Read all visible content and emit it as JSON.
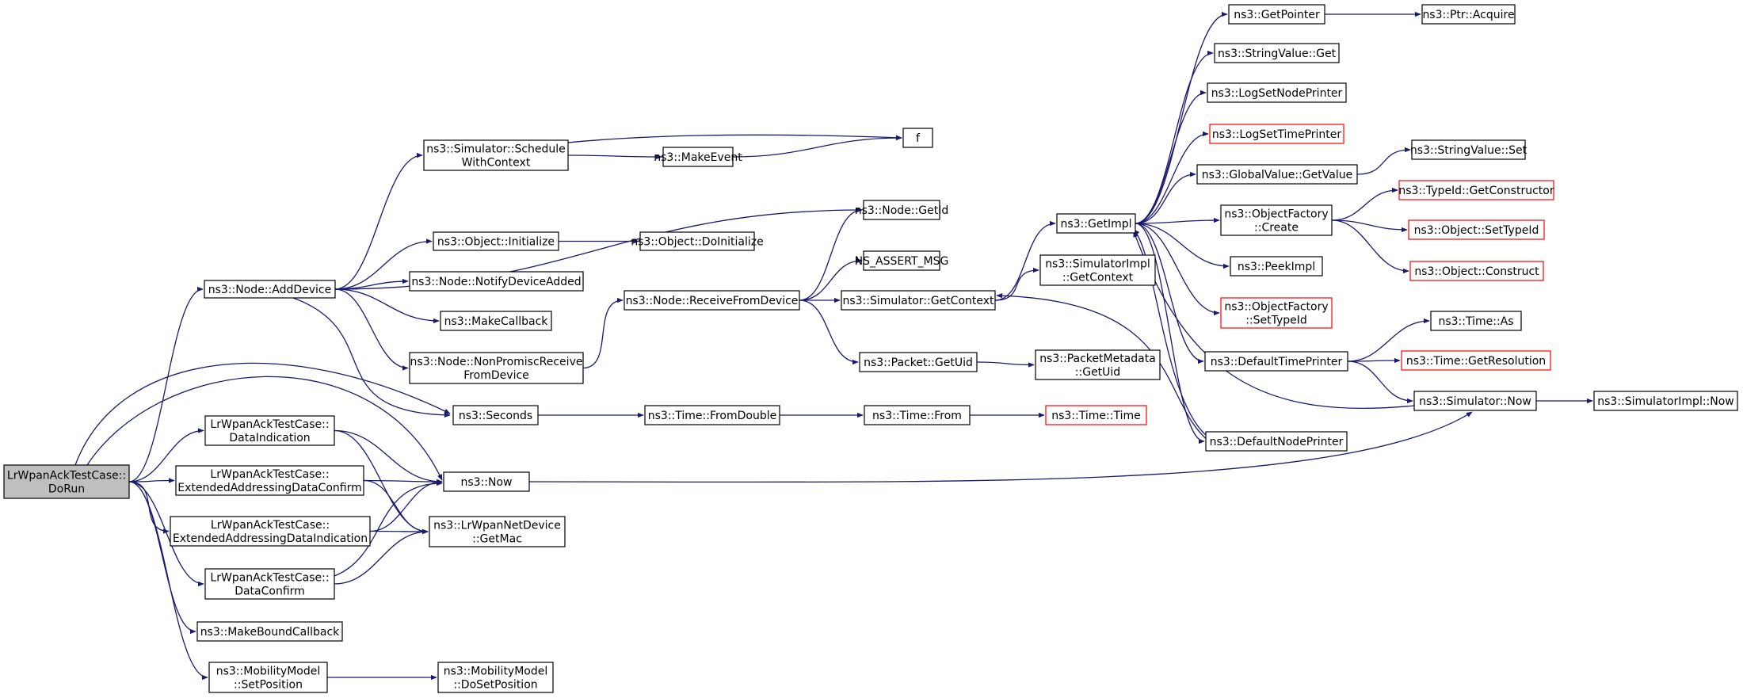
{
  "graph": {
    "edge_color": "#191970",
    "border_black": "#000000",
    "border_red": "#ff0000",
    "root_fill": "#bfbfbf",
    "node_fill": "#ffffff",
    "nodes": [
      {
        "id": "dorun",
        "lines": [
          "LrWpanAckTestCase::",
          "DoRun"
        ],
        "border": "black",
        "root": true
      },
      {
        "id": "addDevice",
        "lines": [
          "ns3::Node::AddDevice"
        ],
        "border": "black"
      },
      {
        "id": "dataIndication",
        "lines": [
          "LrWpanAckTestCase::",
          "DataIndication"
        ],
        "border": "black"
      },
      {
        "id": "extAddrConfirm",
        "lines": [
          "LrWpanAckTestCase::",
          "ExtendedAddressingDataConfirm"
        ],
        "border": "black"
      },
      {
        "id": "extAddrIndication",
        "lines": [
          "LrWpanAckTestCase::",
          "ExtendedAddressingDataIndication"
        ],
        "border": "black"
      },
      {
        "id": "dataConfirm",
        "lines": [
          "LrWpanAckTestCase::",
          "DataConfirm"
        ],
        "border": "black"
      },
      {
        "id": "makeBoundCallback",
        "lines": [
          "ns3::MakeBoundCallback"
        ],
        "border": "black"
      },
      {
        "id": "mobSetPosition",
        "lines": [
          "ns3::MobilityModel",
          "::SetPosition"
        ],
        "border": "black"
      },
      {
        "id": "schedWithContext",
        "lines": [
          "ns3::Simulator::Schedule",
          "WithContext"
        ],
        "border": "black"
      },
      {
        "id": "objInitialize",
        "lines": [
          "ns3::Object::Initialize"
        ],
        "border": "black"
      },
      {
        "id": "notifyDeviceAdded",
        "lines": [
          "ns3::Node::NotifyDeviceAdded"
        ],
        "border": "black"
      },
      {
        "id": "makeCallback",
        "lines": [
          "ns3::MakeCallback"
        ],
        "border": "black"
      },
      {
        "id": "nonPromisc",
        "lines": [
          "ns3::Node::NonPromiscReceive",
          "FromDevice"
        ],
        "border": "black"
      },
      {
        "id": "seconds",
        "lines": [
          "ns3::Seconds"
        ],
        "border": "black"
      },
      {
        "id": "now",
        "lines": [
          "ns3::Now"
        ],
        "border": "black"
      },
      {
        "id": "getMac",
        "lines": [
          "ns3::LrWpanNetDevice",
          "::GetMac"
        ],
        "border": "black"
      },
      {
        "id": "mobDoSetPosition",
        "lines": [
          "ns3::MobilityModel",
          "::DoSetPosition"
        ],
        "border": "black"
      },
      {
        "id": "makeEvent",
        "lines": [
          "ns3::MakeEvent"
        ],
        "border": "black"
      },
      {
        "id": "f",
        "lines": [
          "f"
        ],
        "border": "black"
      },
      {
        "id": "objDoInitialize",
        "lines": [
          "ns3::Object::DoInitialize"
        ],
        "border": "black"
      },
      {
        "id": "receiveFromDevice",
        "lines": [
          "ns3::Node::ReceiveFromDevice"
        ],
        "border": "black"
      },
      {
        "id": "timeFromDouble",
        "lines": [
          "ns3::Time::FromDouble"
        ],
        "border": "black"
      },
      {
        "id": "nodeGetId",
        "lines": [
          "ns3::Node::GetId"
        ],
        "border": "black"
      },
      {
        "id": "nsAssertMsg",
        "lines": [
          "NS_ASSERT_MSG"
        ],
        "border": "black"
      },
      {
        "id": "simGetContext",
        "lines": [
          "ns3::Simulator::GetContext"
        ],
        "border": "black"
      },
      {
        "id": "packetGetUid",
        "lines": [
          "ns3::Packet::GetUid"
        ],
        "border": "black"
      },
      {
        "id": "timeFrom",
        "lines": [
          "ns3::Time::From"
        ],
        "border": "black"
      },
      {
        "id": "getImpl",
        "lines": [
          "ns3::GetImpl"
        ],
        "border": "black"
      },
      {
        "id": "simImplGetContext",
        "lines": [
          "ns3::SimulatorImpl",
          "::GetContext"
        ],
        "border": "black"
      },
      {
        "id": "pktMetaGetUid",
        "lines": [
          "ns3::PacketMetadata",
          "::GetUid"
        ],
        "border": "black"
      },
      {
        "id": "timeTime",
        "lines": [
          "ns3::Time::Time"
        ],
        "border": "red"
      },
      {
        "id": "getPointer",
        "lines": [
          "ns3::GetPointer"
        ],
        "border": "black"
      },
      {
        "id": "stringValueGet",
        "lines": [
          "ns3::StringValue::Get"
        ],
        "border": "black"
      },
      {
        "id": "logSetNodePrinter",
        "lines": [
          "ns3::LogSetNodePrinter"
        ],
        "border": "black"
      },
      {
        "id": "logSetTimePrinter",
        "lines": [
          "ns3::LogSetTimePrinter"
        ],
        "border": "red"
      },
      {
        "id": "globalValueGetValue",
        "lines": [
          "ns3::GlobalValue::GetValue"
        ],
        "border": "black"
      },
      {
        "id": "objFactoryCreate",
        "lines": [
          "ns3::ObjectFactory",
          "::Create"
        ],
        "border": "black"
      },
      {
        "id": "peekImpl",
        "lines": [
          "ns3::PeekImpl"
        ],
        "border": "black"
      },
      {
        "id": "objFactorySetTypeId",
        "lines": [
          "ns3::ObjectFactory",
          "::SetTypeId"
        ],
        "border": "red"
      },
      {
        "id": "defaultTimePrinter",
        "lines": [
          "ns3::DefaultTimePrinter"
        ],
        "border": "black"
      },
      {
        "id": "defaultNodePrinter",
        "lines": [
          "ns3::DefaultNodePrinter"
        ],
        "border": "black"
      },
      {
        "id": "ptrAcquire",
        "lines": [
          "ns3::Ptr::Acquire"
        ],
        "border": "black"
      },
      {
        "id": "stringValueSet",
        "lines": [
          "ns3::StringValue::Set"
        ],
        "border": "black"
      },
      {
        "id": "typeIdGetConstructor",
        "lines": [
          "ns3::TypeId::GetConstructor"
        ],
        "border": "red"
      },
      {
        "id": "objSetTypeId",
        "lines": [
          "ns3::Object::SetTypeId"
        ],
        "border": "red"
      },
      {
        "id": "objConstruct",
        "lines": [
          "ns3::Object::Construct"
        ],
        "border": "red"
      },
      {
        "id": "timeAs",
        "lines": [
          "ns3::Time::As"
        ],
        "border": "black"
      },
      {
        "id": "timeGetResolution",
        "lines": [
          "ns3::Time::GetResolution"
        ],
        "border": "red"
      },
      {
        "id": "simNow",
        "lines": [
          "ns3::Simulator::Now"
        ],
        "border": "black"
      },
      {
        "id": "simImplNow",
        "lines": [
          "ns3::SimulatorImpl::Now"
        ],
        "border": "black"
      }
    ],
    "edges": [
      {
        "from": "dorun",
        "to": "addDevice"
      },
      {
        "from": "dorun",
        "to": "dataIndication"
      },
      {
        "from": "dorun",
        "to": "extAddrConfirm"
      },
      {
        "from": "dorun",
        "to": "extAddrIndication"
      },
      {
        "from": "dorun",
        "to": "dataConfirm"
      },
      {
        "from": "dorun",
        "to": "makeBoundCallback"
      },
      {
        "from": "dorun",
        "to": "mobSetPosition"
      },
      {
        "from": "dorun",
        "to": "seconds"
      },
      {
        "from": "dorun",
        "to": "now"
      },
      {
        "from": "addDevice",
        "to": "schedWithContext"
      },
      {
        "from": "addDevice",
        "to": "nodeGetId"
      },
      {
        "from": "addDevice",
        "to": "objInitialize"
      },
      {
        "from": "addDevice",
        "to": "notifyDeviceAdded"
      },
      {
        "from": "addDevice",
        "to": "makeCallback"
      },
      {
        "from": "addDevice",
        "to": "nonPromisc"
      },
      {
        "from": "addDevice",
        "to": "seconds"
      },
      {
        "from": "dataIndication",
        "to": "now"
      },
      {
        "from": "dataIndication",
        "to": "getMac"
      },
      {
        "from": "extAddrConfirm",
        "to": "now"
      },
      {
        "from": "extAddrConfirm",
        "to": "getMac"
      },
      {
        "from": "extAddrIndication",
        "to": "now"
      },
      {
        "from": "extAddrIndication",
        "to": "getMac"
      },
      {
        "from": "dataConfirm",
        "to": "now"
      },
      {
        "from": "dataConfirm",
        "to": "getMac"
      },
      {
        "from": "mobSetPosition",
        "to": "mobDoSetPosition"
      },
      {
        "from": "schedWithContext",
        "to": "f"
      },
      {
        "from": "schedWithContext",
        "to": "makeEvent"
      },
      {
        "from": "makeEvent",
        "to": "f"
      },
      {
        "from": "objInitialize",
        "to": "objDoInitialize"
      },
      {
        "from": "nonPromisc",
        "to": "receiveFromDevice"
      },
      {
        "from": "seconds",
        "to": "timeFromDouble"
      },
      {
        "from": "now",
        "to": "simNow"
      },
      {
        "from": "receiveFromDevice",
        "to": "nodeGetId"
      },
      {
        "from": "receiveFromDevice",
        "to": "nsAssertMsg"
      },
      {
        "from": "receiveFromDevice",
        "to": "simGetContext"
      },
      {
        "from": "receiveFromDevice",
        "to": "packetGetUid"
      },
      {
        "from": "timeFromDouble",
        "to": "timeFrom"
      },
      {
        "from": "timeFrom",
        "to": "timeTime"
      },
      {
        "from": "simGetContext",
        "to": "getImpl"
      },
      {
        "from": "simGetContext",
        "to": "simImplGetContext"
      },
      {
        "from": "packetGetUid",
        "to": "pktMetaGetUid"
      },
      {
        "from": "getImpl",
        "to": "getPointer"
      },
      {
        "from": "getImpl",
        "to": "stringValueGet"
      },
      {
        "from": "getImpl",
        "to": "logSetNodePrinter"
      },
      {
        "from": "getImpl",
        "to": "logSetTimePrinter"
      },
      {
        "from": "getImpl",
        "to": "globalValueGetValue"
      },
      {
        "from": "getImpl",
        "to": "objFactoryCreate"
      },
      {
        "from": "getImpl",
        "to": "peekImpl"
      },
      {
        "from": "getImpl",
        "to": "objFactorySetTypeId"
      },
      {
        "from": "getImpl",
        "to": "defaultTimePrinter"
      },
      {
        "from": "getImpl",
        "to": "defaultNodePrinter"
      },
      {
        "from": "getPointer",
        "to": "ptrAcquire"
      },
      {
        "from": "globalValueGetValue",
        "to": "stringValueSet"
      },
      {
        "from": "objFactoryCreate",
        "to": "typeIdGetConstructor"
      },
      {
        "from": "objFactoryCreate",
        "to": "objSetTypeId"
      },
      {
        "from": "objFactoryCreate",
        "to": "objConstruct"
      },
      {
        "from": "defaultTimePrinter",
        "to": "timeAs"
      },
      {
        "from": "defaultTimePrinter",
        "to": "timeGetResolution"
      },
      {
        "from": "defaultTimePrinter",
        "to": "simNow"
      },
      {
        "from": "defaultNodePrinter",
        "to": "getImpl"
      },
      {
        "from": "defaultNodePrinter",
        "to": "simGetContext"
      },
      {
        "from": "simNow",
        "to": "getImpl"
      },
      {
        "from": "simNow",
        "to": "simImplNow"
      }
    ]
  }
}
